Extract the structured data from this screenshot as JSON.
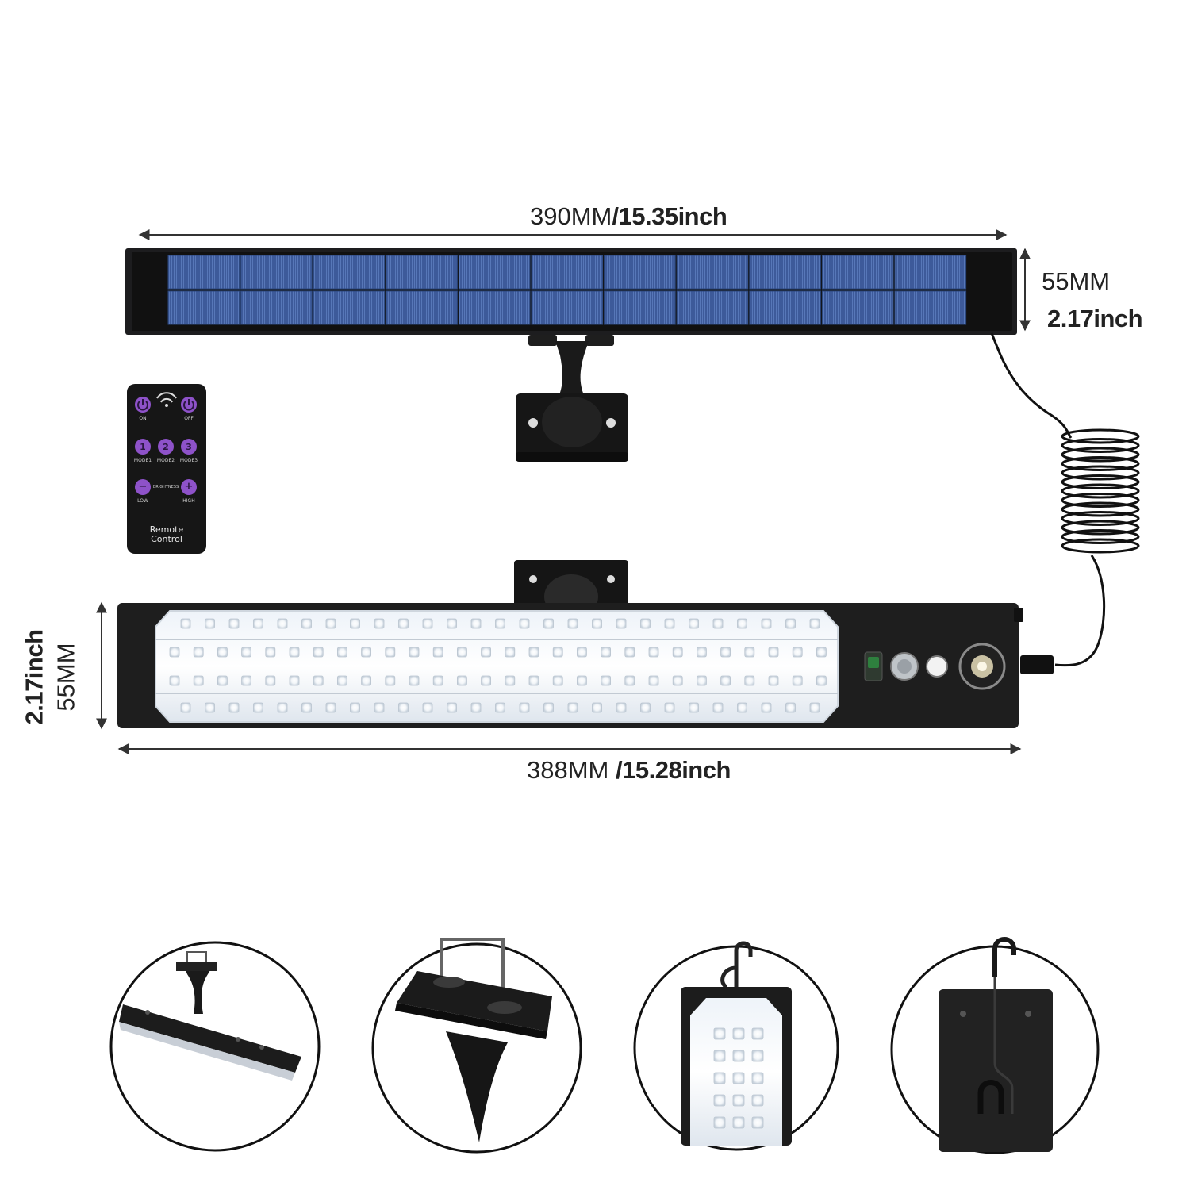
{
  "dimensions": {
    "panel_width_mm": "390MM",
    "panel_width_inch": "/15.35inch",
    "panel_height_mm": "55MM",
    "panel_height_inch": "2.17inch",
    "lamp_width_mm": "388MM",
    "lamp_width_inch": "/15.28inch",
    "lamp_height_mm": "55MM",
    "lamp_height_inch": "2.17inch"
  },
  "remote": {
    "title_line1": "Remote",
    "title_line2": "Control",
    "on_label": "ON",
    "off_label": "OFF",
    "mode1_label": "MODE1",
    "mode2_label": "MODE2",
    "mode3_label": "MODE3",
    "mode1_key": "1",
    "mode2_key": "2",
    "mode3_key": "3",
    "brightness_label": "BRIGHTNESS",
    "low_label": "LOW",
    "high_label": "HIGH",
    "low_key": "−",
    "high_key": "+"
  },
  "colors": {
    "panel_cell": "#3f5c9c",
    "lamp_body": "#1e1e1e",
    "remote_button": "#8e52c9"
  },
  "installation_views": [
    {
      "icon": "mounting-bracket-icon"
    },
    {
      "icon": "ground-stake-icon"
    },
    {
      "icon": "hook-front-icon"
    },
    {
      "icon": "hook-back-icon"
    }
  ]
}
